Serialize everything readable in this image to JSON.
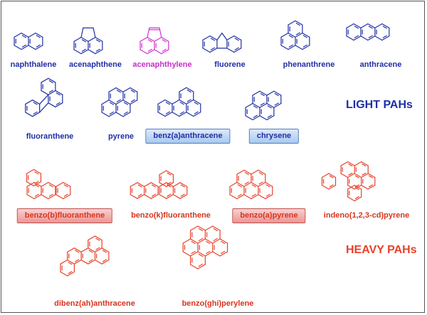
{
  "colors": {
    "light": "#1f2fa6",
    "heavy": "#e8412a",
    "pink": "#d12fd1"
  },
  "groups": {
    "light_title": "LIGHT PAHs",
    "heavy_title": "HEAVY PAHs"
  },
  "compounds": [
    {
      "key": "naphthalene",
      "name": "naphthalene",
      "group": "light",
      "highlight": false
    },
    {
      "key": "acenaphthene",
      "name": "acenaphthene",
      "group": "light",
      "highlight": false
    },
    {
      "key": "acenaphthylene",
      "name": "acenaphthylene",
      "group": "light",
      "highlight": false
    },
    {
      "key": "fluorene",
      "name": "fluorene",
      "group": "light",
      "highlight": false
    },
    {
      "key": "phenanthrene",
      "name": "phenanthrene",
      "group": "light",
      "highlight": false
    },
    {
      "key": "anthracene",
      "name": "anthracene",
      "group": "light",
      "highlight": false
    },
    {
      "key": "fluoranthene",
      "name": "fluoranthene",
      "group": "light",
      "highlight": false
    },
    {
      "key": "pyrene",
      "name": "pyrene",
      "group": "light",
      "highlight": false
    },
    {
      "key": "benz_a_anthracene",
      "name": "benz(a)anthracene",
      "group": "light",
      "highlight": true
    },
    {
      "key": "chrysene",
      "name": "chrysene",
      "group": "light",
      "highlight": true
    },
    {
      "key": "benzo_b_fluoranthene",
      "name": "benzo(b)fluoranthene",
      "group": "heavy",
      "highlight": true
    },
    {
      "key": "benzo_k_fluoranthene",
      "name": "benzo(k)fluoranthene",
      "group": "heavy",
      "highlight": false
    },
    {
      "key": "benzo_a_pyrene",
      "name": "benzo(a)pyrene",
      "group": "heavy",
      "highlight": true
    },
    {
      "key": "indeno_pyrene",
      "name": "indeno(1,2,3-cd)pyrene",
      "group": "heavy",
      "highlight": false
    },
    {
      "key": "dibenz_ah_anthracene",
      "name": "dibenz(ah)anthracene",
      "group": "heavy",
      "highlight": false
    },
    {
      "key": "benzo_ghi_perylene",
      "name": "benzo(ghi)perylene",
      "group": "heavy",
      "highlight": false
    }
  ]
}
